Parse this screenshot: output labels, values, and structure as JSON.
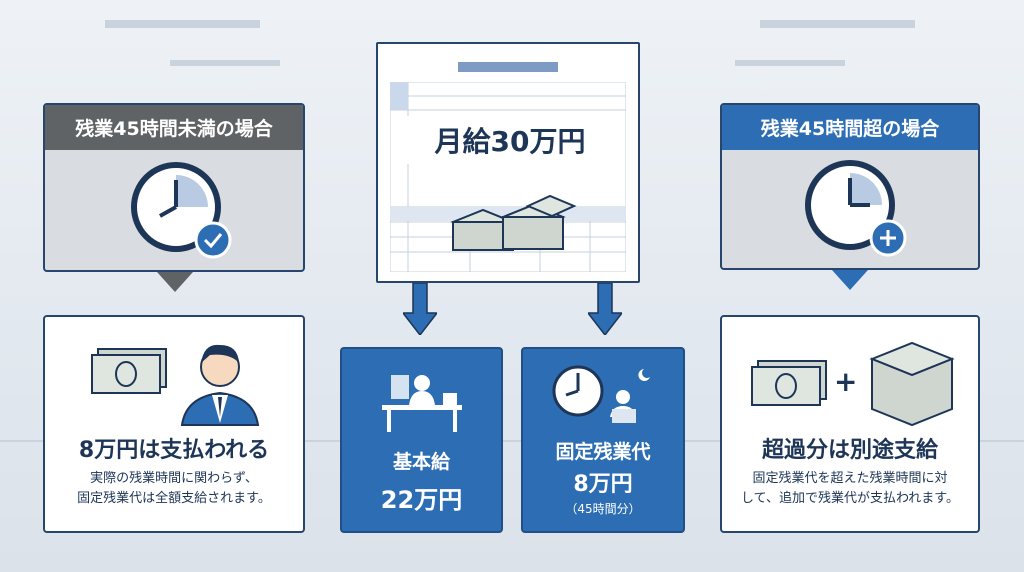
{
  "left": {
    "header": "残業45時間未満の場合",
    "title": "8万円は支払われる",
    "desc": [
      "実際の残業時間に関わらず、",
      "固定残業代は全額支給されます。"
    ]
  },
  "center": {
    "salary": "月給30万円",
    "base": {
      "label": "基本給",
      "amount": "22万円"
    },
    "fixed": {
      "label": "固定残業代",
      "amount": "8万円",
      "note": "（45時間分）"
    }
  },
  "right": {
    "header": "残業45時間超の場合",
    "title": "超過分は別途支給",
    "desc": [
      "固定残業代を超えた残業時間に対",
      "して、追加で残業代が支払われます。"
    ],
    "plus": "+"
  },
  "colors": {
    "navy": "#1d3556",
    "blue": "#2d6db3",
    "gray": "#5f6366"
  }
}
